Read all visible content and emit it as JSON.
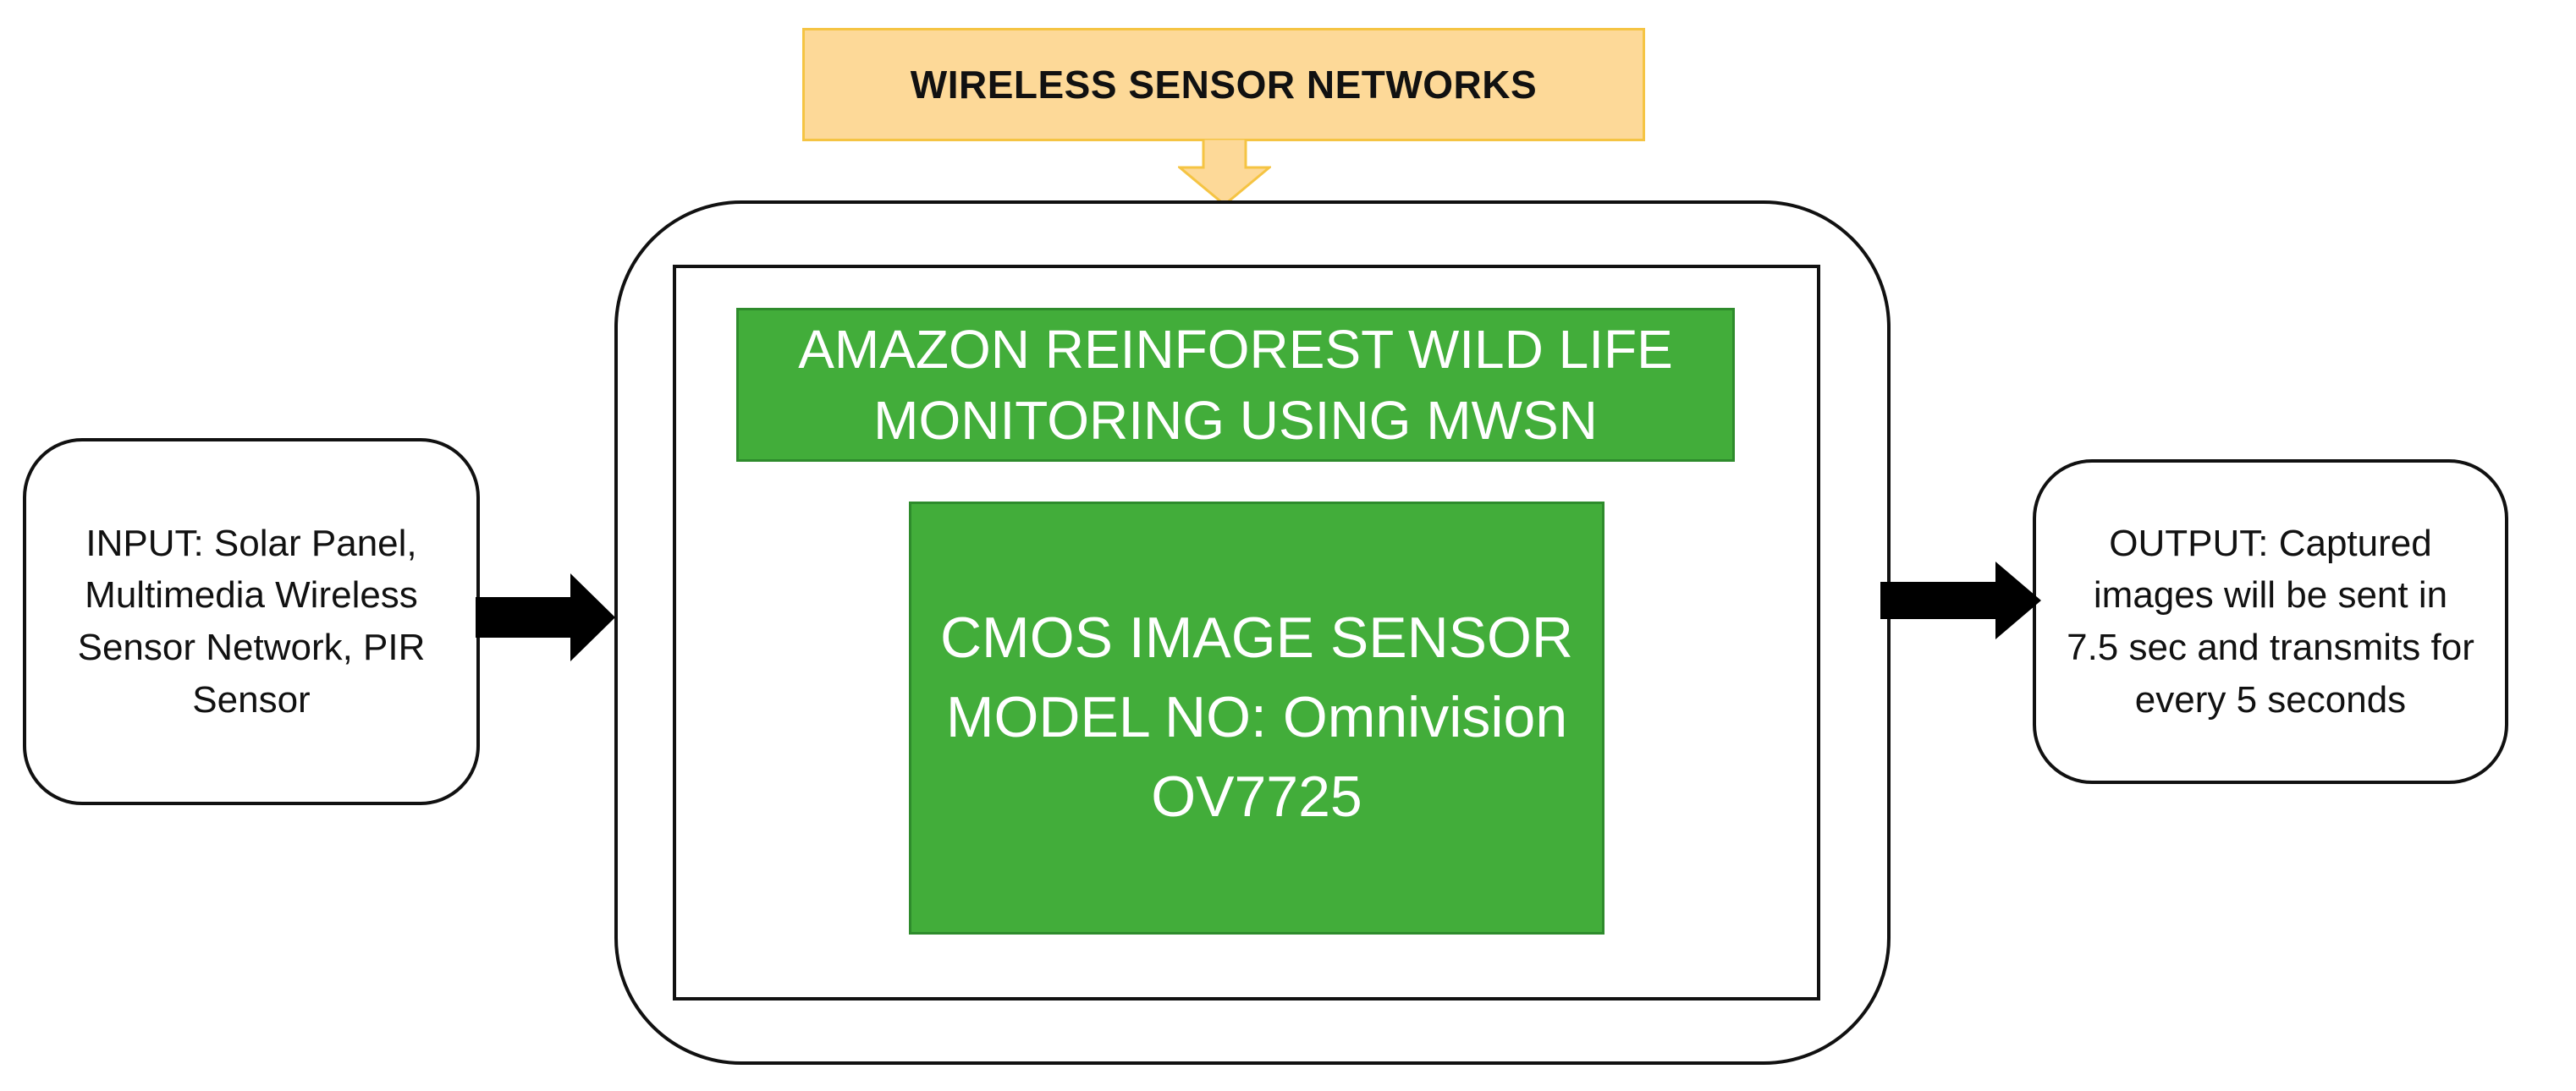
{
  "banner": {
    "title": "WIRELESS SENSOR NETWORKS"
  },
  "center": {
    "title_lines": "AMAZON REINFOREST WILD LIFE\nMONITORING USING MWSN",
    "sensor_lines": "CMOS IMAGE SENSOR\nMODEL NO:  Omnivision\nOV7725"
  },
  "input": {
    "text": "INPUT: Solar Panel,\nMultimedia Wireless\nSensor Network, PIR\nSensor"
  },
  "output": {
    "text": "OUTPUT: Captured\nimages will be sent in\n7.5 sec and transmits for\nevery  5 seconds"
  },
  "colors": {
    "banner_fill": "#fdd998",
    "banner_border": "#f5c443",
    "green_fill": "#42ad3a",
    "green_border": "#2e8b2c",
    "outline": "#111111"
  }
}
